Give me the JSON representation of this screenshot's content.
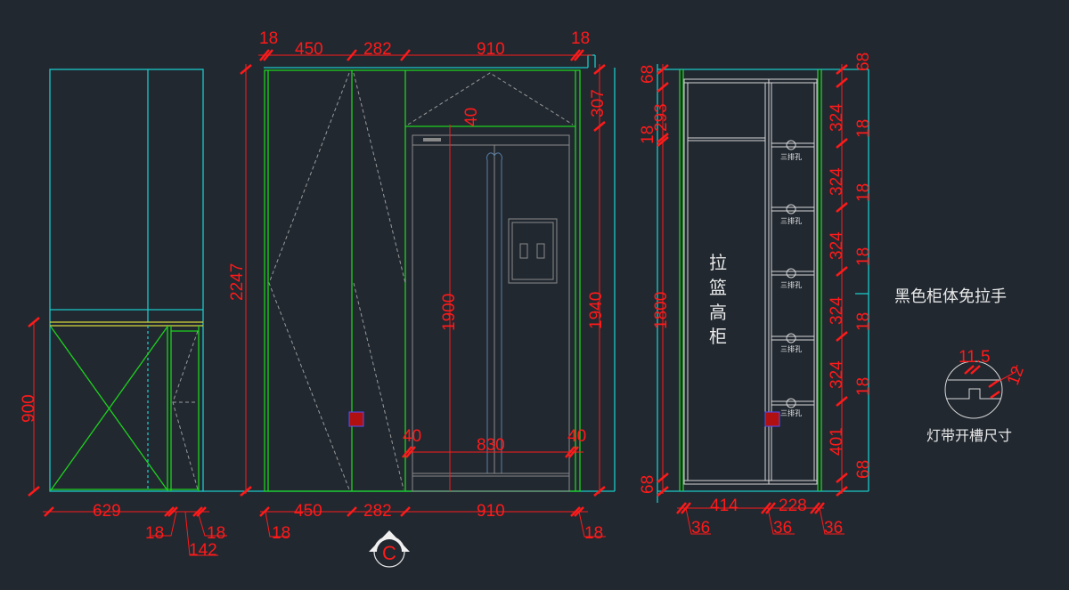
{
  "colors": {
    "background": "#212830",
    "dimension": "#ff1a1a",
    "outline": "#19c8c8",
    "panel": "#1ed21e",
    "fixture": "#d8d8d8"
  },
  "dims": {
    "top": [
      "18",
      "450",
      "282",
      "910",
      "18"
    ],
    "left_height": "2247",
    "door_height": "1900",
    "right_height": "1940",
    "top_gap": "307",
    "top_panel": "40",
    "low_cab_height": "900",
    "bottom_left": [
      "629",
      "18",
      "18",
      "142"
    ],
    "bottom_mid": [
      "450",
      "282",
      "910",
      "18",
      "18"
    ],
    "fridge": [
      "40",
      "830",
      "40"
    ],
    "tall_left": [
      "68",
      "293",
      "18",
      "1800",
      "68"
    ],
    "tall_right": [
      "68",
      "324",
      "18",
      "324",
      "18",
      "324",
      "18",
      "324",
      "18",
      "324",
      "18",
      "401",
      "68"
    ],
    "tall_bottom": [
      "414",
      "228",
      "36",
      "36",
      "36"
    ]
  },
  "labels": {
    "tall_cabinet": [
      "拉",
      "篮",
      "高",
      "柜"
    ],
    "shelf_hole": "三排孔",
    "note": "黑色柜体免拉手",
    "detail_title": "灯带开槽尺寸",
    "detail_dims": [
      "11.5",
      "12"
    ],
    "section_mark": "C"
  }
}
